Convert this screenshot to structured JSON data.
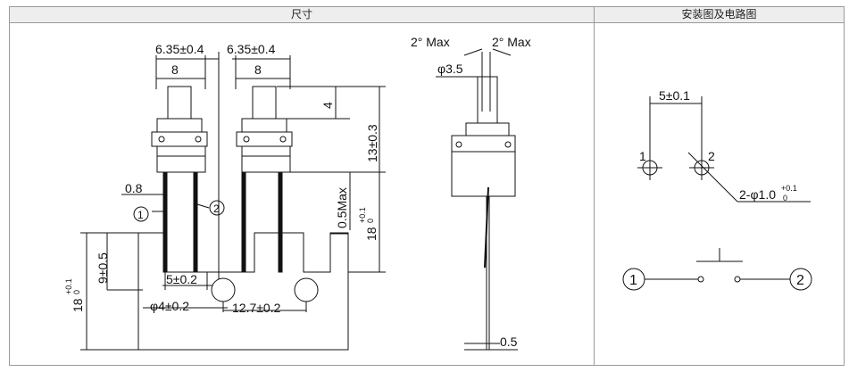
{
  "headers": {
    "dimensions": "尺寸",
    "installation_circuit": "安装图及电路图"
  },
  "front_view": {
    "pitch_left": "6.35±0.4",
    "pitch_right": "6.35±0.4",
    "width_left": "8",
    "width_right": "8",
    "plunger_height": "4",
    "body_height": "13±0.3",
    "lead_gap": "0.5Max",
    "lead_width": "0.8",
    "total_height": "18",
    "total_tolerance_upper": "+0.1",
    "total_tolerance_lower": "0",
    "pin1_marker": "1",
    "pin2_marker": "2"
  },
  "panel_view": {
    "height_left": "18",
    "height_tolerance_upper": "+0.1",
    "height_tolerance_lower": "0",
    "hole_offset": "9±0.5",
    "pin_spacing": "5±0.2",
    "hole_diameter": "φ4±0.2",
    "hole_spacing": "12.7±0.2"
  },
  "side_view": {
    "tilt_left": "2° Max",
    "tilt_right": "2° Max",
    "plunger_diameter": "φ3.5",
    "lead_thickness": "0.5"
  },
  "install_view": {
    "hole_spacing": "5±0.1",
    "hole_label": "2-φ1.0",
    "hole_tolerance_upper": "+0.1",
    "hole_tolerance_lower": "0",
    "pin1": "1",
    "pin2": "2"
  },
  "circuit": {
    "terminal1": "1",
    "terminal2": "2"
  }
}
